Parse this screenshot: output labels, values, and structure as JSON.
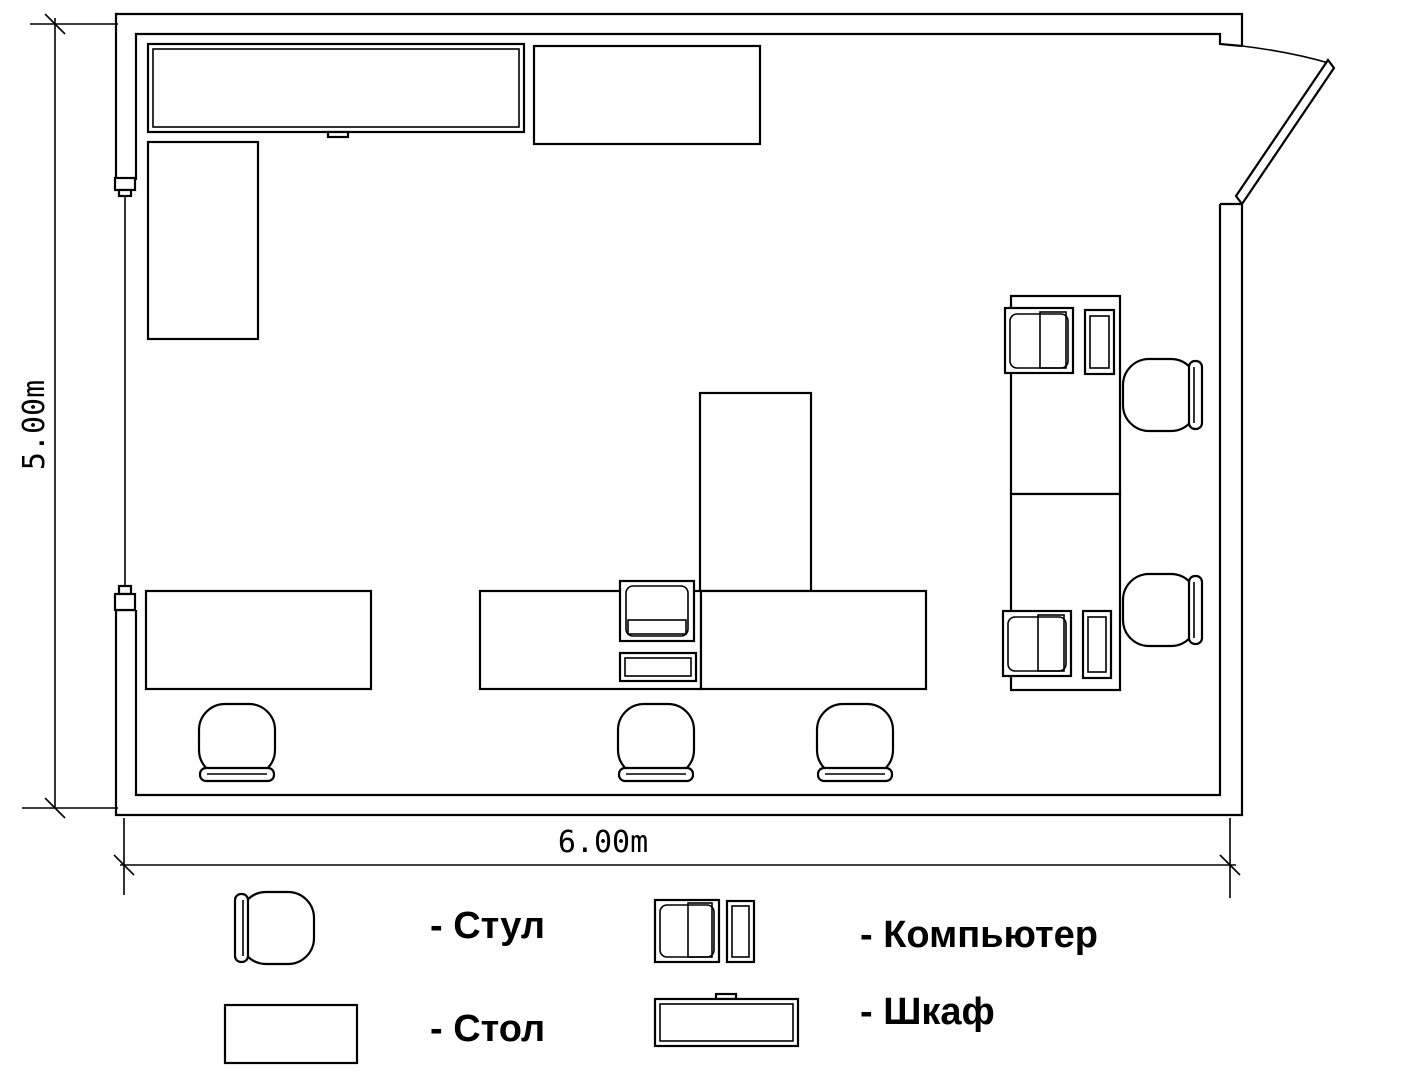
{
  "dimensions": {
    "height_label": "5.00m",
    "width_label": "6.00m"
  },
  "legend": {
    "chair": "- Стул",
    "table": "- Стол",
    "computer": "- Компьютер",
    "cabinet": "- Шкаф"
  }
}
